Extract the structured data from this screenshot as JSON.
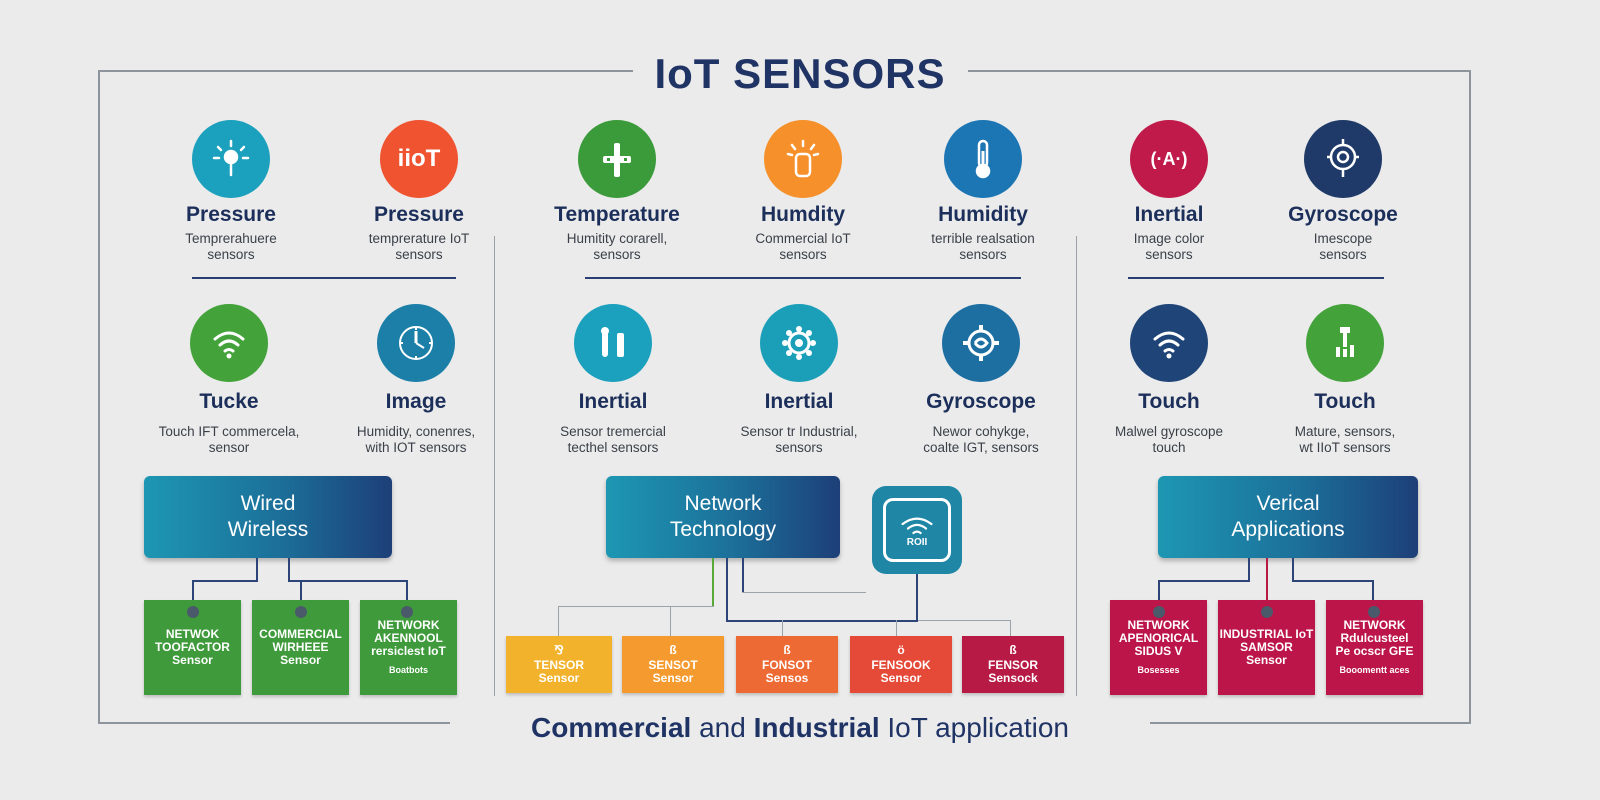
{
  "title": "IoT SENSORS",
  "row1": [
    {
      "name": "Pressure",
      "desc1": "Temprerahuere",
      "desc2": "sensors",
      "color": "#1ba0bd",
      "icon": "pressure-gauge-icon"
    },
    {
      "name": "Pressure",
      "desc1": "temprerature IoT",
      "desc2": "sensors",
      "color": "#ef5330",
      "icon": "iiot-text-icon",
      "icon_text": "iioT"
    },
    {
      "name": "Temperature",
      "desc1": "Humitity corarell,",
      "desc2": "sensors",
      "color": "#3b9a3a",
      "icon": "temperature-probe-icon"
    },
    {
      "name": "Humdity",
      "desc1": "Commercial IoT",
      "desc2": "sensors",
      "color": "#f6902a",
      "icon": "humidity-icon"
    },
    {
      "name": "Humidity",
      "desc1": "terrible realsation",
      "desc2": "sensors",
      "color": "#1d76b4",
      "icon": "thermometer-icon"
    },
    {
      "name": "Inertial",
      "desc1": "Image color",
      "desc2": "sensors",
      "color": "#c01a4a",
      "icon": "inertial-icon",
      "icon_text": "(·A·)"
    },
    {
      "name": "Gyroscope",
      "desc1": "Imescope",
      "desc2": "sensors",
      "color": "#1f3a68",
      "icon": "gyroscope-icon"
    }
  ],
  "row2": [
    {
      "name": "Tucke",
      "desc1": "Touch IFT commercela,",
      "desc2": "sensor",
      "color": "#43a23a",
      "icon": "wifi-icon"
    },
    {
      "name": "Image",
      "desc1": "Humidity, conenres,",
      "desc2": "with IOT sensors",
      "color": "#1b7fa8",
      "icon": "dial-gauge-icon"
    },
    {
      "name": "Inertial",
      "desc1": "Sensor tremercial",
      "desc2": "tecthel sensors",
      "color": "#1ba0bd",
      "icon": "inertial-sensor-icon"
    },
    {
      "name": "Inertial",
      "desc1": "Sensor tr Industrial,",
      "desc2": "sensors",
      "color": "#1b9fb8",
      "icon": "gear-sensor-icon"
    },
    {
      "name": "Gyroscope",
      "desc1": "Newor cohykge,",
      "desc2": "coalte IGT, sensors",
      "color": "#1d6fa2",
      "icon": "gyroscope-gear-icon"
    },
    {
      "name": "Touch",
      "desc1": "Malwel gyroscope",
      "desc2": "touch",
      "color": "#1f4578",
      "icon": "wifi-icon"
    },
    {
      "name": "Touch",
      "desc1": "Mature, sensors,",
      "desc2": "wt IIoT sensors",
      "color": "#43a23a",
      "icon": "touch-sensor-icon"
    }
  ],
  "banners": {
    "left": {
      "line1": "Wired",
      "line2": "Wireless"
    },
    "center": {
      "line1": "Network",
      "line2": "Technology"
    },
    "right": {
      "line1": "Verical",
      "line2": "Applications"
    }
  },
  "router": {
    "label": "ROII",
    "icon": "router-wifi-icon"
  },
  "boxes_left": [
    {
      "line1": "NETWOK",
      "line2": "TOOFACTOR",
      "line3": "Sensor",
      "small": "",
      "color": "#3e9a3a"
    },
    {
      "line1": "COMMERCIAL",
      "line2": "WIRHEEE",
      "line3": "Sensor",
      "small": "",
      "color": "#3e9a3a"
    },
    {
      "line1": "NETWORK",
      "line2": "AKENNOOL",
      "line3": "rersiclest IoT",
      "small": "Boatbots",
      "color": "#3e9a3a"
    }
  ],
  "boxes_center": [
    {
      "icon_text": "⅋",
      "line1": "TENSOR",
      "line2": "Sensor",
      "color": "#f3b22c"
    },
    {
      "icon_text": "ß",
      "line1": "SENSOT",
      "line2": "Sensor",
      "color": "#f59a2e"
    },
    {
      "icon_text": "ß",
      "line1": "FONSOT",
      "line2": "Sensos",
      "color": "#ee6a35"
    },
    {
      "icon_text": "ö",
      "line1": "FENSOOK",
      "line2": "Sensor",
      "color": "#e54937"
    },
    {
      "icon_text": "ß",
      "line1": "FENSOR",
      "line2": "Sensock",
      "color": "#b61a45"
    }
  ],
  "boxes_right": [
    {
      "line1": "NETWORK",
      "line2": "APENORICAL",
      "line3": "SIDUS V",
      "small": "Bosesses",
      "color": "#bc1549"
    },
    {
      "line1": "INDUSTRIAL IoT",
      "line2": "SAMSOR",
      "line3": "Sensor",
      "small": "",
      "color": "#bc1549"
    },
    {
      "line1": "NETWORK",
      "line2": "Rdulcusteel",
      "line3": "Pe ocscr GFE",
      "small": "Booomentt aces",
      "color": "#bc1549"
    }
  ],
  "footer": {
    "part1": "Commercial",
    "part2": "and",
    "part3": "Industrial",
    "part4": "IoT application"
  }
}
